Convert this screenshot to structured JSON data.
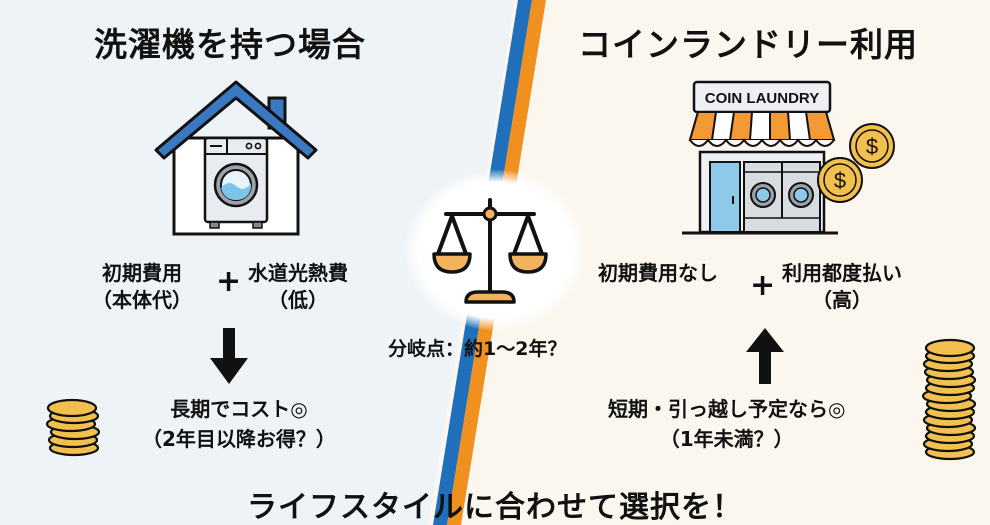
{
  "colors": {
    "left_background": "#eef3f8",
    "right_background": "#fbf7ef",
    "stripe_blue": "#1f6fbb",
    "stripe_orange": "#f0901e",
    "roof_blue": "#3a78c2",
    "awning_orange": "#f39a34",
    "coin_gold": "#f2c04e",
    "scale_pan": "#f2b25e"
  },
  "left": {
    "title": "洗濯機を持つ場合",
    "icon": "house-with-washing-machine-icon",
    "cost_initial": {
      "line1": "初期費用",
      "line2": "（本体代）"
    },
    "plus": "+",
    "cost_running": {
      "line1": "水道光熱費",
      "line2": "（低）"
    },
    "arrow": "arrow-down-icon",
    "result": {
      "line1": "長期でコスト◎",
      "line2": "（2年目以降お得？）"
    },
    "coins": "small-coin-stack-icon"
  },
  "center": {
    "icon": "balance-scale-icon",
    "breakpoint": "分岐点：約1〜2年？"
  },
  "right": {
    "title": "コインランドリー利用",
    "icon": "coin-laundry-shop-icon",
    "shop_sign": "COIN LAUNDRY",
    "coin_symbol": "$",
    "cost_initial": {
      "line1": "初期費用なし"
    },
    "plus": "+",
    "cost_running": {
      "line1": "利用都度払い",
      "line2": "（高）"
    },
    "arrow": "arrow-up-icon",
    "result": {
      "line1": "短期・引っ越し予定なら◎",
      "line2": "（1年未満？）"
    },
    "coins": "tall-coin-stack-icon"
  },
  "footer": "ライフスタイルに合わせて選択を！"
}
